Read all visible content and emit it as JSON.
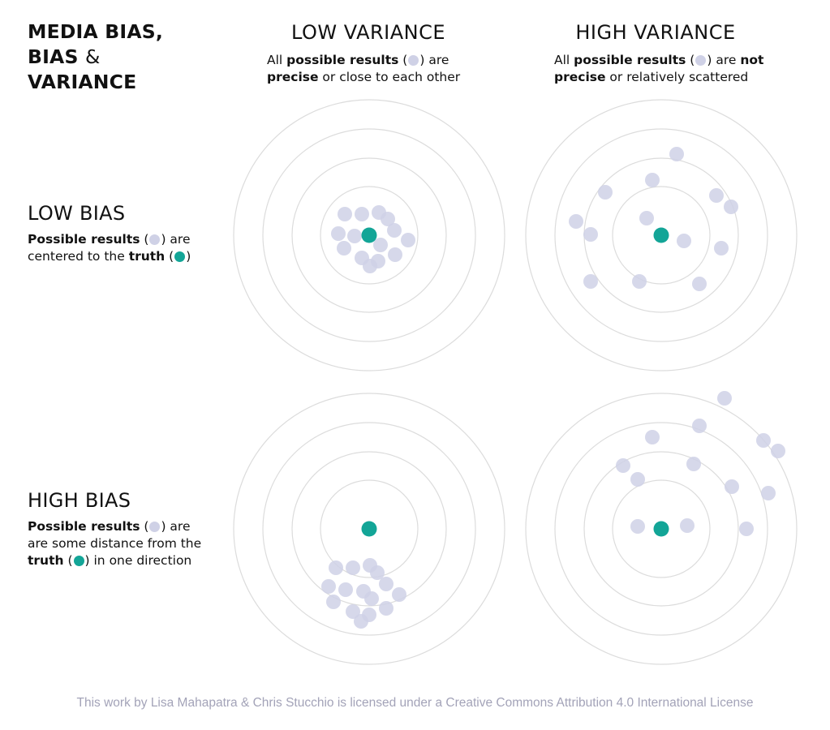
{
  "title": {
    "line1": "MEDIA BIAS,",
    "line2_bold": "BIAS",
    "line2_amp": "&",
    "line3": "VARIANCE"
  },
  "columns": [
    {
      "heading": "LOW VARIANCE",
      "desc_pre": "All ",
      "desc_bold1": "possible results",
      "desc_mid": " (",
      "desc_mid2": ") are",
      "desc_bold2": "precise",
      "desc_post": " or close to each other"
    },
    {
      "heading": "HIGH VARIANCE",
      "desc_pre": "All ",
      "desc_bold1": "possible results",
      "desc_mid": " (",
      "desc_mid2": ") are ",
      "desc_bold_not": "not",
      "desc_bold2": "precise",
      "desc_post": " or relatively scattered"
    }
  ],
  "rows": [
    {
      "heading": "LOW BIAS",
      "bold1": "Possible results",
      "t1": " (",
      "t2": ") are",
      "t3": "centered to the ",
      "bold2": "truth",
      "t4": " (",
      "t5": ")"
    },
    {
      "heading": "HIGH BIAS",
      "bold1": "Possible results",
      "t1": " (",
      "t2": ") are",
      "t3": "are some distance from the",
      "bold2": "truth",
      "t4": " (",
      "t5": ") in one direction"
    }
  ],
  "colors": {
    "result": "#cfd1e6",
    "truth": "#13a597",
    "ring": "#dcdcdc"
  },
  "footer": "This work by Lisa Mahapatra & Chris Stucchio is licensed under a Creative Commons Attribution 4.0 International License"
}
